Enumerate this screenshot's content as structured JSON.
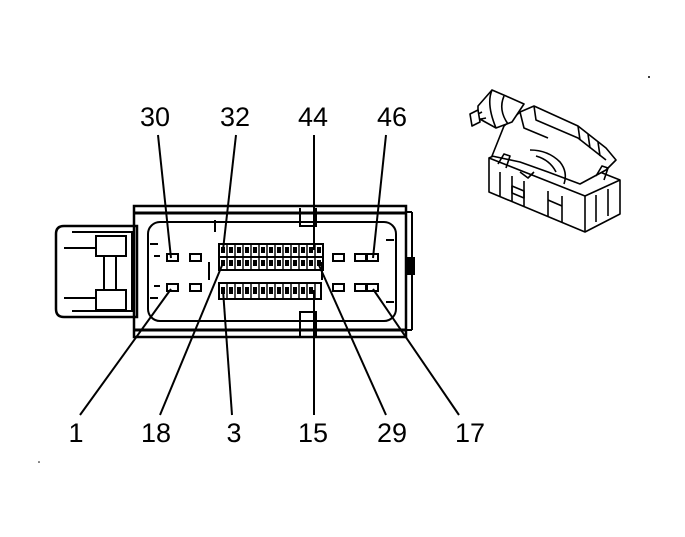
{
  "diagram": {
    "top_pin_labels": [
      "30",
      "32",
      "44",
      "46"
    ],
    "bottom_pin_labels": [
      "1",
      "18",
      "3",
      "15",
      "29",
      "17"
    ]
  }
}
